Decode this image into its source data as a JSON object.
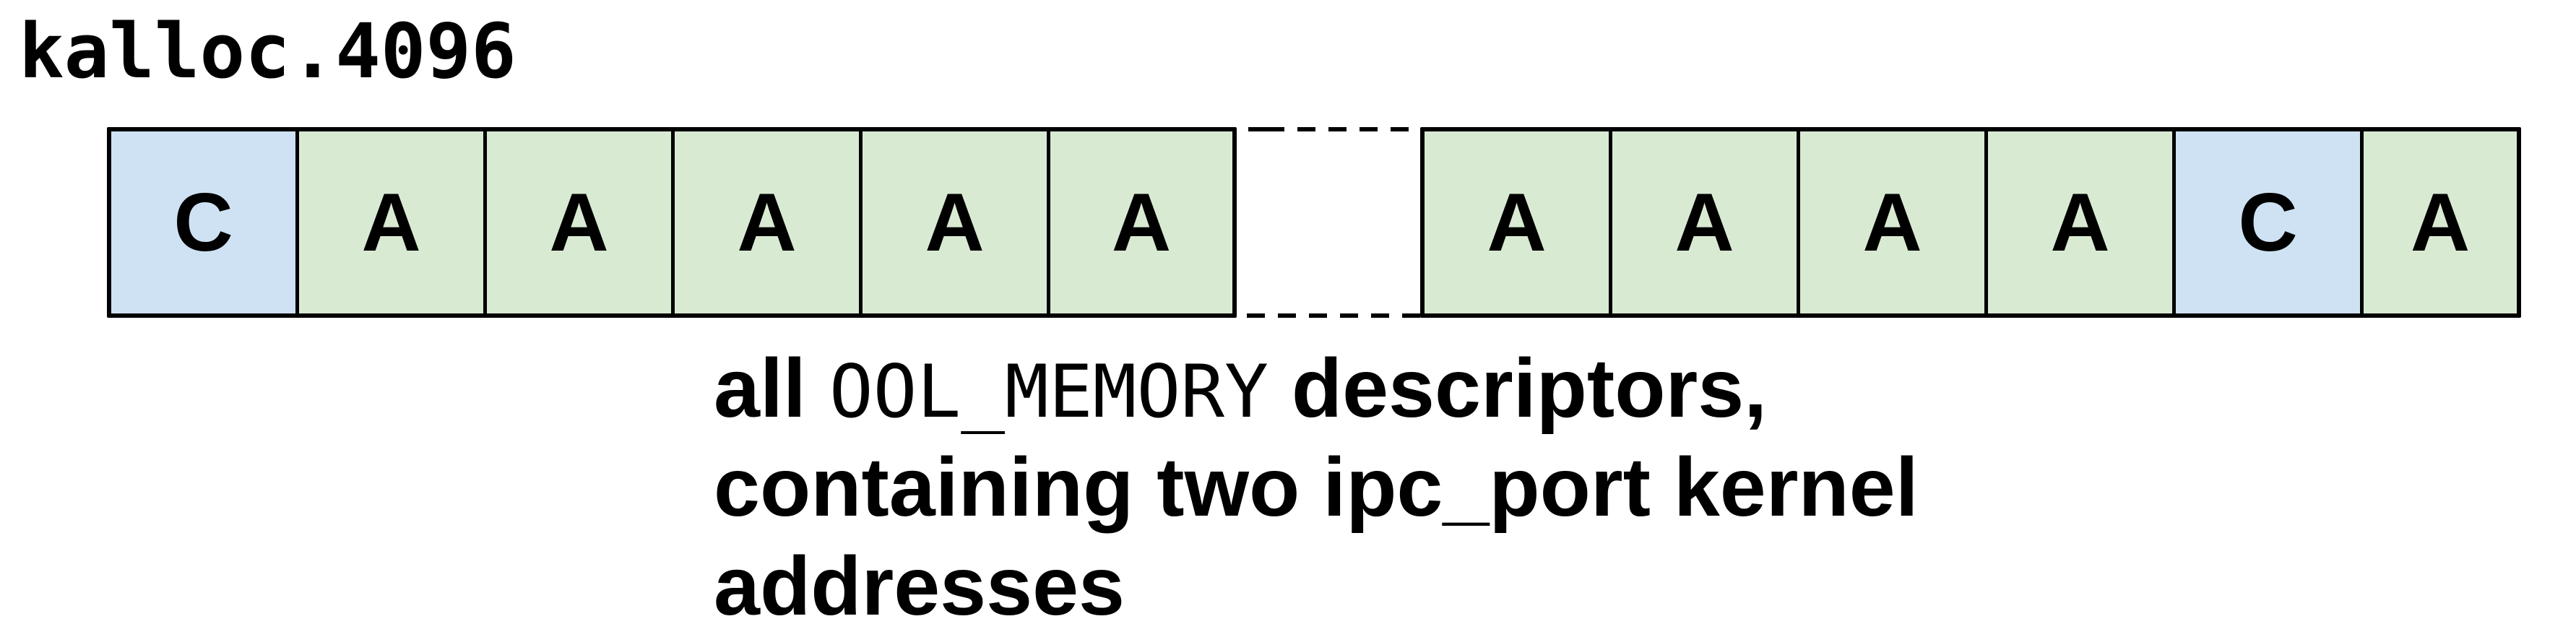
{
  "title": "kalloc.4096",
  "colors": {
    "C": "#cfe2f3",
    "A": "#d9ead3",
    "border": "#000000"
  },
  "strip_left": {
    "cells": [
      {
        "label": "C"
      },
      {
        "label": "A"
      },
      {
        "label": "A"
      },
      {
        "label": "A"
      },
      {
        "label": "A"
      },
      {
        "label": "A"
      }
    ]
  },
  "gap": {
    "style": "dashed",
    "meaning": "elided allocations"
  },
  "strip_right": {
    "cells": [
      {
        "label": "A"
      },
      {
        "label": "A"
      },
      {
        "label": "A"
      },
      {
        "label": "A"
      },
      {
        "label": "C"
      },
      {
        "label": "A"
      }
    ]
  },
  "caption": {
    "line1_prefix": "all ",
    "line1_code": "OOL_MEMORY",
    "line1_suffix": " descriptors,",
    "line2": "containing two ipc_port kernel",
    "line3": "addresses"
  }
}
